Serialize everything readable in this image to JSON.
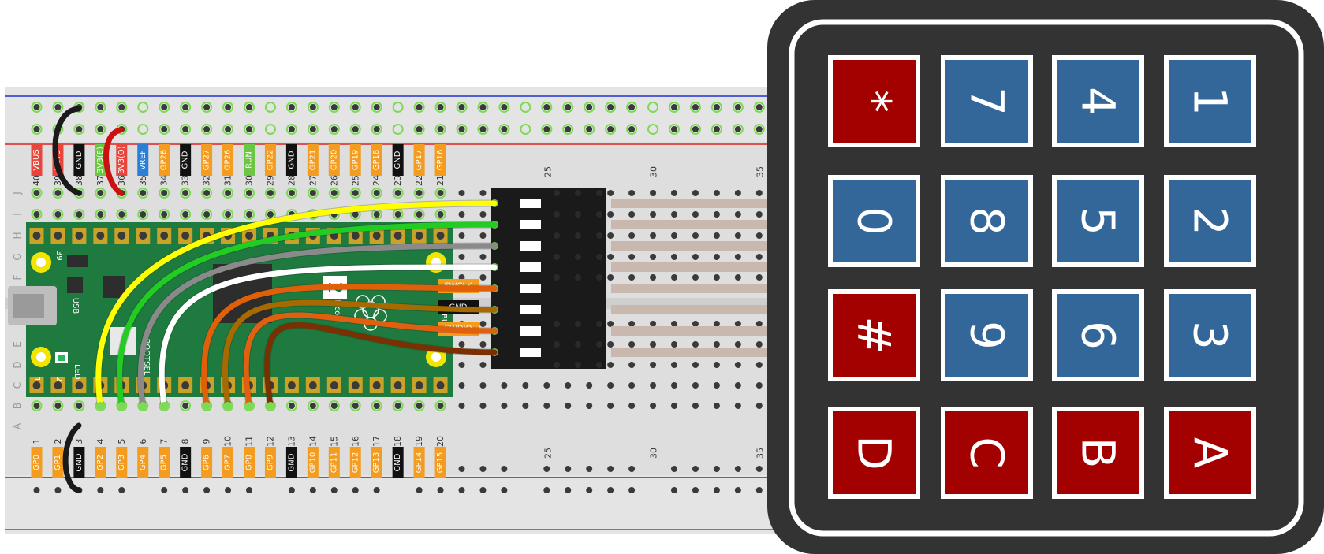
{
  "pico_pins_top": [
    {
      "num": "40",
      "label": "VBUS",
      "color": "#e8453c"
    },
    {
      "num": "39",
      "label": "VSYS",
      "color": "#e8453c"
    },
    {
      "num": "38",
      "label": "GND",
      "color": "#111111"
    },
    {
      "num": "37",
      "label": "3V3(E)",
      "color": "#6cc644"
    },
    {
      "num": "36",
      "label": "3V3(O)",
      "color": "#e8453c"
    },
    {
      "num": "35",
      "label": "VREF",
      "color": "#2a7fd4"
    },
    {
      "num": "34",
      "label": "GP28",
      "color": "#f39c1f"
    },
    {
      "num": "33",
      "label": "GND",
      "color": "#111111"
    },
    {
      "num": "32",
      "label": "GP27",
      "color": "#f39c1f"
    },
    {
      "num": "31",
      "label": "GP26",
      "color": "#f39c1f"
    },
    {
      "num": "30",
      "label": "RUN",
      "color": "#6cc644"
    },
    {
      "num": "29",
      "label": "GP22",
      "color": "#f39c1f"
    },
    {
      "num": "28",
      "label": "GND",
      "color": "#111111"
    },
    {
      "num": "27",
      "label": "GP21",
      "color": "#f39c1f"
    },
    {
      "num": "26",
      "label": "GP20",
      "color": "#f39c1f"
    },
    {
      "num": "25",
      "label": "GP19",
      "color": "#f39c1f"
    },
    {
      "num": "24",
      "label": "GP18",
      "color": "#f39c1f"
    },
    {
      "num": "23",
      "label": "GND",
      "color": "#111111"
    },
    {
      "num": "22",
      "label": "GP17",
      "color": "#f39c1f"
    },
    {
      "num": "21",
      "label": "GP16",
      "color": "#f39c1f"
    }
  ],
  "pico_pins_bottom": [
    {
      "num": "1",
      "label": "GP0",
      "color": "#f39c1f"
    },
    {
      "num": "2",
      "label": "GP1",
      "color": "#f39c1f"
    },
    {
      "num": "3",
      "label": "GND",
      "color": "#111111"
    },
    {
      "num": "4",
      "label": "GP2",
      "color": "#f39c1f"
    },
    {
      "num": "5",
      "label": "GP3",
      "color": "#f39c1f"
    },
    {
      "num": "6",
      "label": "GP4",
      "color": "#f39c1f"
    },
    {
      "num": "7",
      "label": "GP5",
      "color": "#f39c1f"
    },
    {
      "num": "8",
      "label": "GND",
      "color": "#111111"
    },
    {
      "num": "9",
      "label": "GP6",
      "color": "#f39c1f"
    },
    {
      "num": "10",
      "label": "GP7",
      "color": "#f39c1f"
    },
    {
      "num": "11",
      "label": "GP8",
      "color": "#f39c1f"
    },
    {
      "num": "12",
      "label": "GP9",
      "color": "#f39c1f"
    },
    {
      "num": "13",
      "label": "GND",
      "color": "#111111"
    },
    {
      "num": "14",
      "label": "GP10",
      "color": "#f39c1f"
    },
    {
      "num": "15",
      "label": "GP11",
      "color": "#f39c1f"
    },
    {
      "num": "16",
      "label": "GP12",
      "color": "#f39c1f"
    },
    {
      "num": "17",
      "label": "GP13",
      "color": "#f39c1f"
    },
    {
      "num": "18",
      "label": "GND",
      "color": "#111111"
    },
    {
      "num": "19",
      "label": "GP14",
      "color": "#f39c1f"
    },
    {
      "num": "20",
      "label": "GP15",
      "color": "#f39c1f"
    }
  ],
  "breadboard": {
    "row_letters_top": [
      "J",
      "I",
      "H",
      "G",
      "F"
    ],
    "row_letters_bottom": [
      "E",
      "D",
      "C",
      "B",
      "A"
    ],
    "column_numbers": [
      "25",
      "30",
      "35"
    ]
  },
  "pico_board": {
    "pin_numbers": [
      "39",
      "1",
      "2"
    ],
    "usb_label": "USB",
    "led_label": "LED",
    "bootsel_label": "BOOTSEL",
    "debug_label": "DEBUG",
    "model_label": "Pico",
    "model_suffix": "2",
    "debug_pins": [
      "SWCLK",
      "GND",
      "SWDIO"
    ]
  },
  "keypad": {
    "keys": [
      [
        "*",
        "7",
        "4",
        "1"
      ],
      [
        "0",
        "8",
        "5",
        "2"
      ],
      [
        "#",
        "9",
        "6",
        "3"
      ],
      [
        "D",
        "C",
        "B",
        "A"
      ]
    ],
    "key_colors": [
      [
        "red",
        "blue",
        "blue",
        "blue"
      ],
      [
        "blue",
        "blue",
        "blue",
        "blue"
      ],
      [
        "red",
        "blue",
        "blue",
        "blue"
      ],
      [
        "red",
        "red",
        "red",
        "red"
      ]
    ],
    "colors": {
      "red": "#a30000",
      "blue": "#336699",
      "frame": "#333333",
      "border": "#ffffff"
    }
  },
  "wires": [
    {
      "color": "#ffff00",
      "name": "wire-yellow"
    },
    {
      "color": "#22cc22",
      "name": "wire-green"
    },
    {
      "color": "#8a8a8a",
      "name": "wire-gray"
    },
    {
      "color": "#ffffff",
      "name": "wire-white"
    },
    {
      "color": "#e0600a",
      "name": "wire-orange-1"
    },
    {
      "color": "#a66a00",
      "name": "wire-brown-1"
    },
    {
      "color": "#e06010",
      "name": "wire-orange-2"
    },
    {
      "color": "#7a3000",
      "name": "wire-brown-2"
    }
  ]
}
